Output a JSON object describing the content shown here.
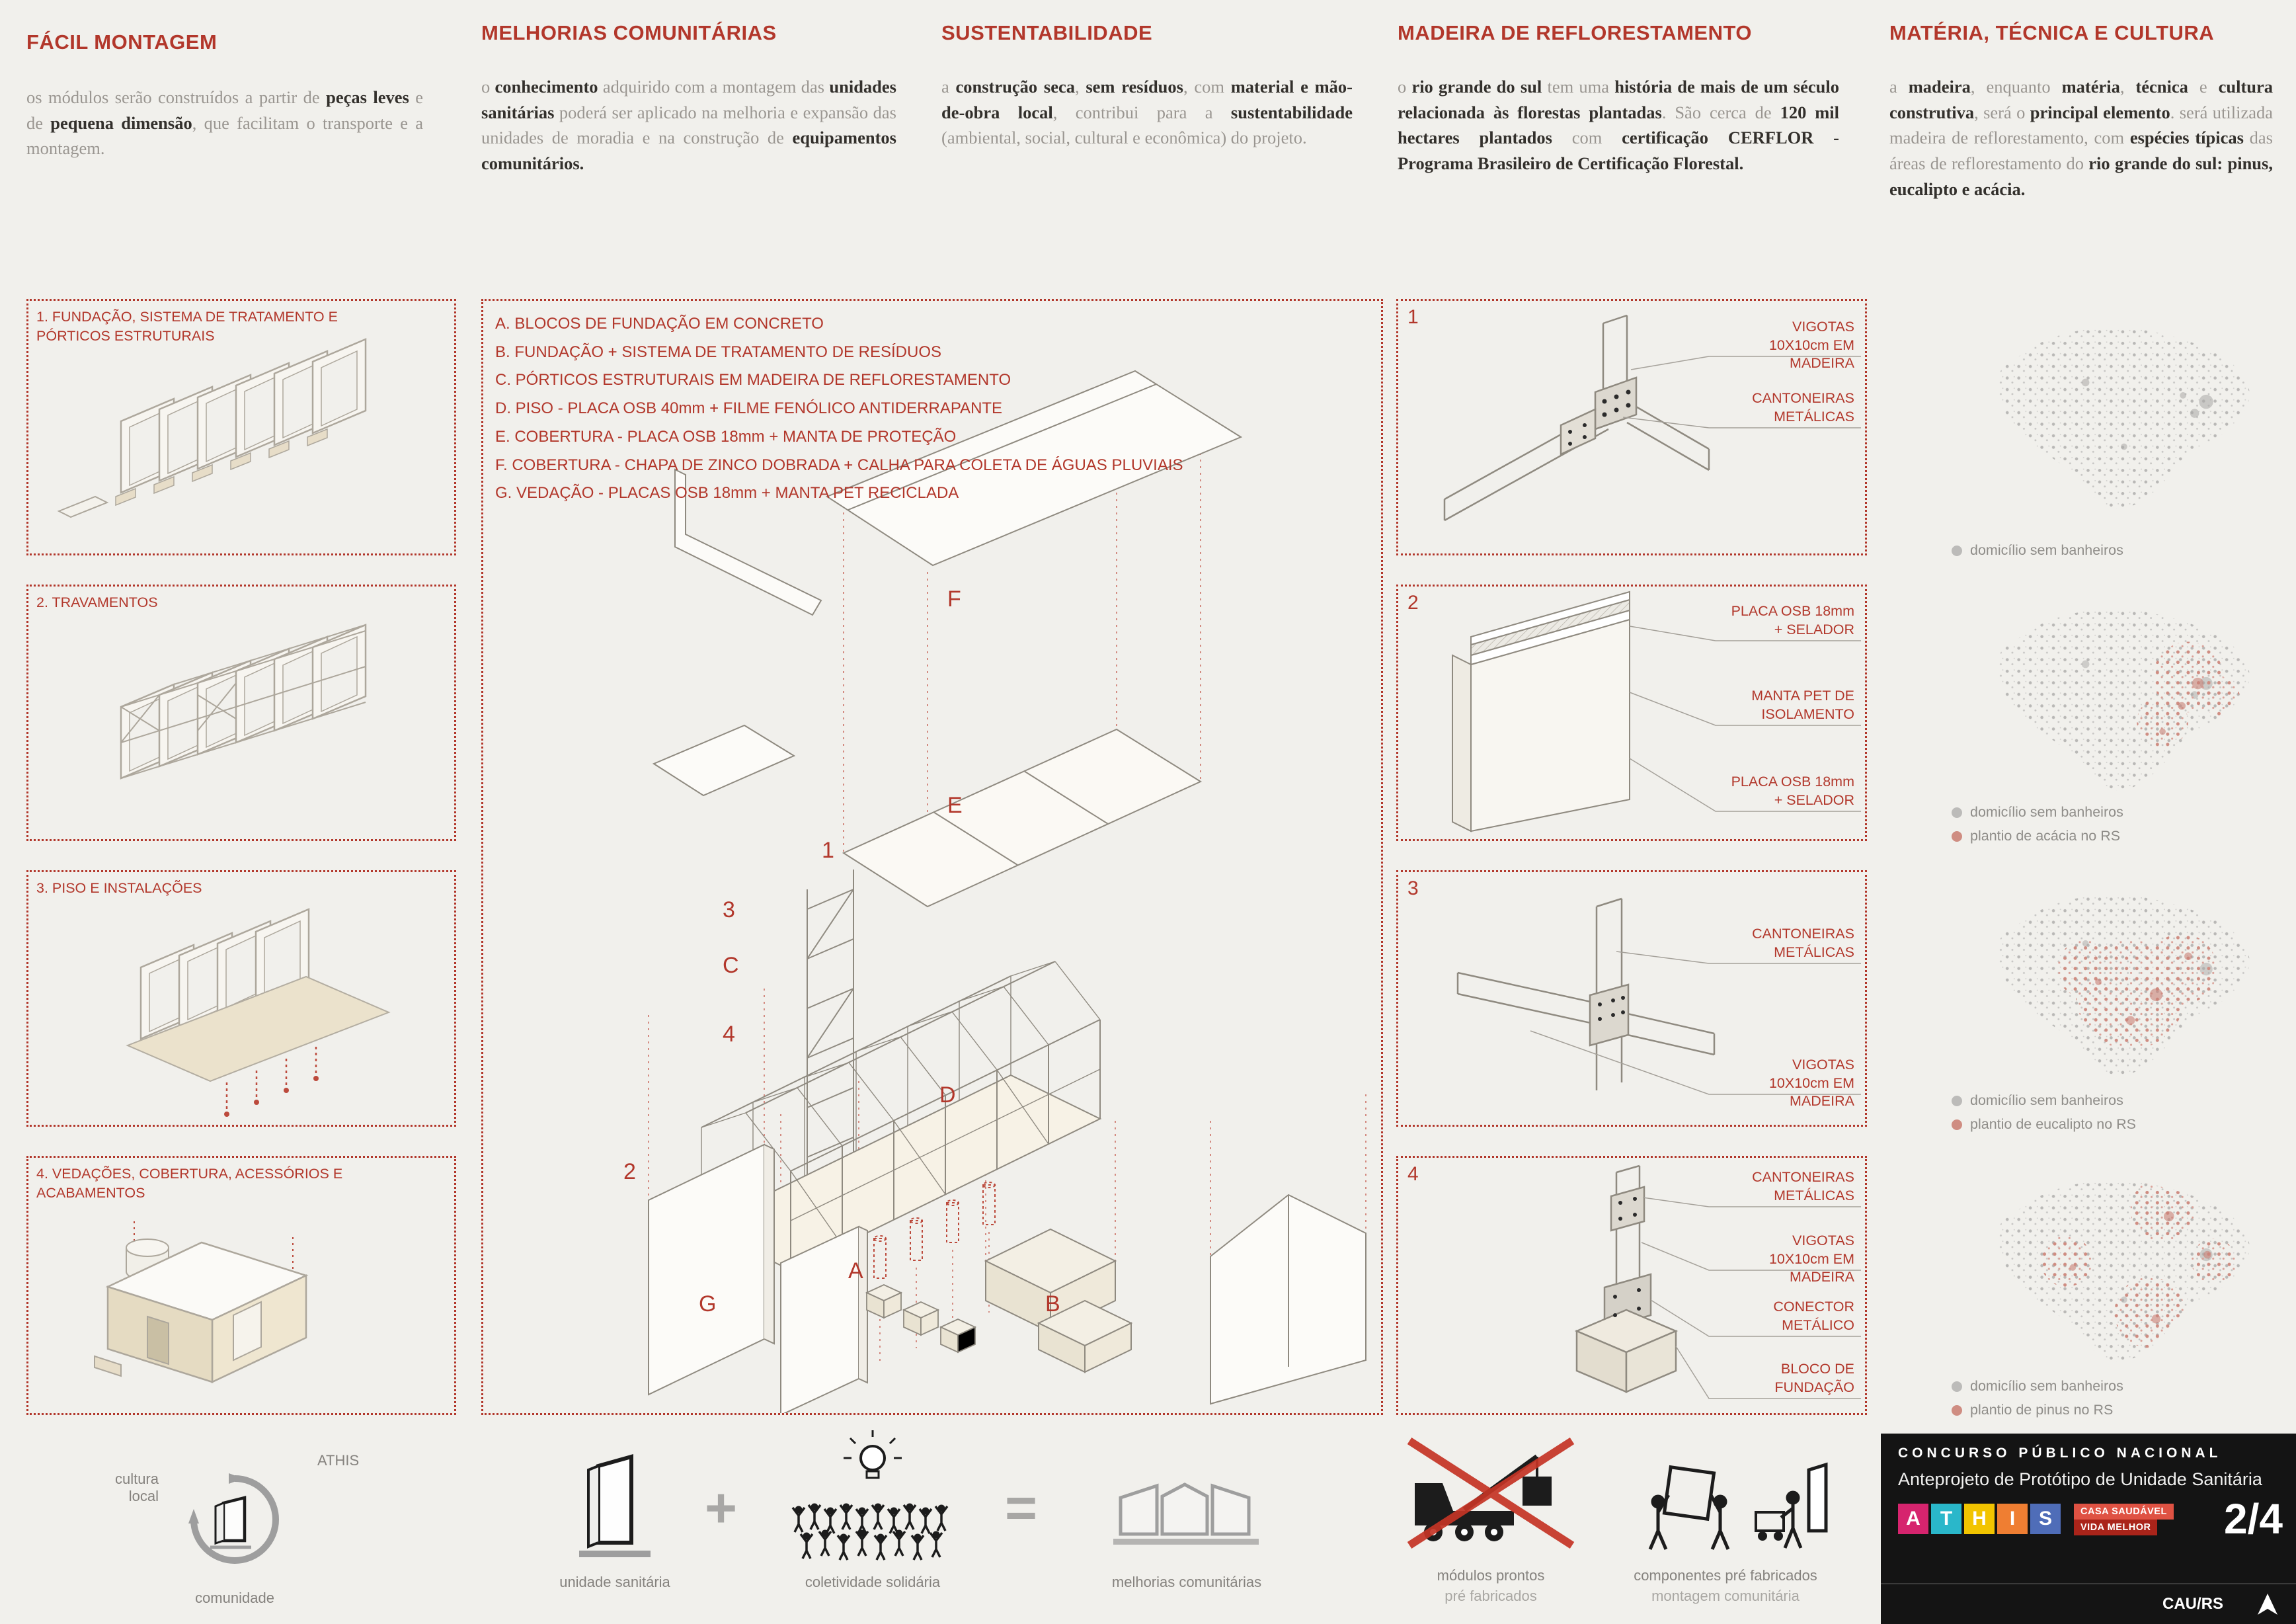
{
  "colors": {
    "accent": "#b2372b",
    "background": "#f1f0ec",
    "ink": "#33302c",
    "muted": "#9a9691",
    "gray_dot": "#bcbbb9",
    "red_dot": "#cf8d82"
  },
  "sections": {
    "facil_montagem": {
      "title": "FÁCIL MONTAGEM",
      "paragraph": [
        {
          "t": "os módulos serão construídos a partir de "
        },
        {
          "t": "peças leves",
          "b": true
        },
        {
          "t": " e de "
        },
        {
          "t": "pequena dimensão",
          "b": true
        },
        {
          "t": ", que facilitam o transporte e a montagem."
        }
      ],
      "steps": [
        "1. FUNDAÇÃO, SISTEMA DE TRATAMENTO E PÓRTICOS ESTRUTURAIS",
        "2. TRAVAMENTOS",
        "3. PISO E INSTALAÇÕES",
        "4. VEDAÇÕES, COBERTURA, ACESSÓRIOS E ACABAMENTOS"
      ]
    },
    "melhorias": {
      "title": "MELHORIAS COMUNITÁRIAS",
      "paragraph": [
        {
          "t": "o "
        },
        {
          "t": "conhecimento",
          "b": true
        },
        {
          "t": " adquirido com a montagem das "
        },
        {
          "t": "unidades sanitárias",
          "b": true
        },
        {
          "t": " poderá ser aplicado na melhoria e expansão das unidades de moradia e na construção de "
        },
        {
          "t": "equipamentos comunitários.",
          "b": true
        }
      ],
      "legend": [
        "A. BLOCOS DE FUNDAÇÃO EM CONCRETO",
        "B. FUNDAÇÃO + SISTEMA DE TRATAMENTO DE RESÍDUOS",
        "C. PÓRTICOS ESTRUTURAIS EM MADEIRA DE REFLORESTAMENTO",
        "D. PISO - PLACA OSB 40mm + FILME FENÓLICO ANTIDERRAPANTE",
        "E. COBERTURA - PLACA OSB 18mm + MANTA DE PROTEÇÃO",
        "F. COBERTURA - CHAPA DE ZINCO DOBRADA + CALHA PARA COLETA DE ÁGUAS PLUVIAIS",
        "G. VEDAÇÃO - PLACAS OSB 18mm + MANTA PET RECICLADA"
      ],
      "axon_labels": [
        "F",
        "E",
        "1",
        "3",
        "C",
        "4",
        "D",
        "2",
        "G",
        "A",
        "B"
      ]
    },
    "sustentabilidade": {
      "title": "SUSTENTABILIDADE",
      "paragraph": [
        {
          "t": "a "
        },
        {
          "t": "construção seca",
          "b": true
        },
        {
          "t": ", "
        },
        {
          "t": "sem resíduos",
          "b": true
        },
        {
          "t": ", com "
        },
        {
          "t": "material e mão-de-obra local",
          "b": true
        },
        {
          "t": ", contribui para a "
        },
        {
          "t": "sustentabilidade",
          "b": true
        },
        {
          "t": " (ambiental, social, cultural e econômica) do projeto."
        }
      ]
    },
    "madeira": {
      "title": "MADEIRA DE REFLORESTAMENTO",
      "paragraph": [
        {
          "t": "o "
        },
        {
          "t": "rio grande do sul",
          "b": true
        },
        {
          "t": " tem uma "
        },
        {
          "t": "história de mais de um século relacionada às florestas plantadas",
          "b": true
        },
        {
          "t": ". São cerca de "
        },
        {
          "t": "120 mil hectares plantados",
          "b": true
        },
        {
          "t": " com "
        },
        {
          "t": "certificação CERFLOR - Programa Brasileiro de Certificação Florestal.",
          "b": true
        }
      ],
      "details": [
        {
          "num": "1",
          "labels": [
            "VIGOTAS 10X10cm EM MADEIRA",
            "CANTONEIRAS METÁLICAS"
          ]
        },
        {
          "num": "2",
          "labels": [
            "PLACA OSB 18mm + SELADOR",
            "MANTA PET DE ISOLAMENTO",
            "PLACA OSB 18mm + SELADOR"
          ]
        },
        {
          "num": "3",
          "labels": [
            "CANTONEIRAS METÁLICAS",
            "VIGOTAS 10X10cm EM MADEIRA"
          ]
        },
        {
          "num": "4",
          "labels": [
            "CANTONEIRAS METÁLICAS",
            "VIGOTAS 10X10cm EM MADEIRA",
            "CONECTOR METÁLICO",
            "BLOCO DE FUNDAÇÃO"
          ]
        }
      ]
    },
    "materia": {
      "title": "MATÉRIA, TÉCNICA E CULTURA",
      "paragraph": [
        {
          "t": "a "
        },
        {
          "t": "madeira",
          "b": true
        },
        {
          "t": ", enquanto "
        },
        {
          "t": "matéria",
          "b": true
        },
        {
          "t": ", "
        },
        {
          "t": "técnica",
          "b": true
        },
        {
          "t": " e "
        },
        {
          "t": "cultura construtiva",
          "b": true
        },
        {
          "t": ", será o "
        },
        {
          "t": "principal elemento",
          "b": true
        },
        {
          "t": ". será utilizada madeira de reflorestamento, com "
        },
        {
          "t": "espécies típicas",
          "b": true
        },
        {
          "t": " das áreas de reflorestamento do "
        },
        {
          "t": "rio grande do sul: pinus, eucalipto e acácia.",
          "b": true
        }
      ],
      "maps": [
        {
          "legend": [
            {
              "label": "domicílio sem banheiros",
              "type": "gray"
            }
          ]
        },
        {
          "legend": [
            {
              "label": "domicílio sem banheiros",
              "type": "gray"
            },
            {
              "label": "plantio de acácia no RS",
              "type": "red"
            }
          ]
        },
        {
          "legend": [
            {
              "label": "domicílio sem banheiros",
              "type": "gray"
            },
            {
              "label": "plantio de eucalipto no RS",
              "type": "red"
            }
          ]
        },
        {
          "legend": [
            {
              "label": "domicílio sem banheiros",
              "type": "gray"
            },
            {
              "label": "plantio de pinus no RS",
              "type": "red"
            }
          ]
        }
      ]
    }
  },
  "bottom": {
    "cycle": {
      "label_left": "cultura local",
      "label_right": "ATHIS",
      "label_bottom": "comunidade"
    },
    "equation": {
      "item1": "unidade sanitária",
      "plus": "+",
      "item2": "coletividade solidária",
      "equals": "=",
      "result": "melhorias comunitárias"
    },
    "no_modules": {
      "line1": "módulos prontos",
      "line2": "pré fabricados"
    },
    "components": {
      "line1": "componentes pré fabricados",
      "line2": "montagem comunitária"
    }
  },
  "footer": {
    "contest": "CONCURSO PÚBLICO NACIONAL",
    "subtitle": "Anteprojeto de Protótipo de Unidade Sanitária",
    "athis_letters": [
      "A",
      "T",
      "H",
      "I",
      "S"
    ],
    "badge_line1": "CASA SAUDÁVEL",
    "badge_line2": "VIDA MELHOR",
    "page": "2/4",
    "org": "CAU/RS"
  }
}
